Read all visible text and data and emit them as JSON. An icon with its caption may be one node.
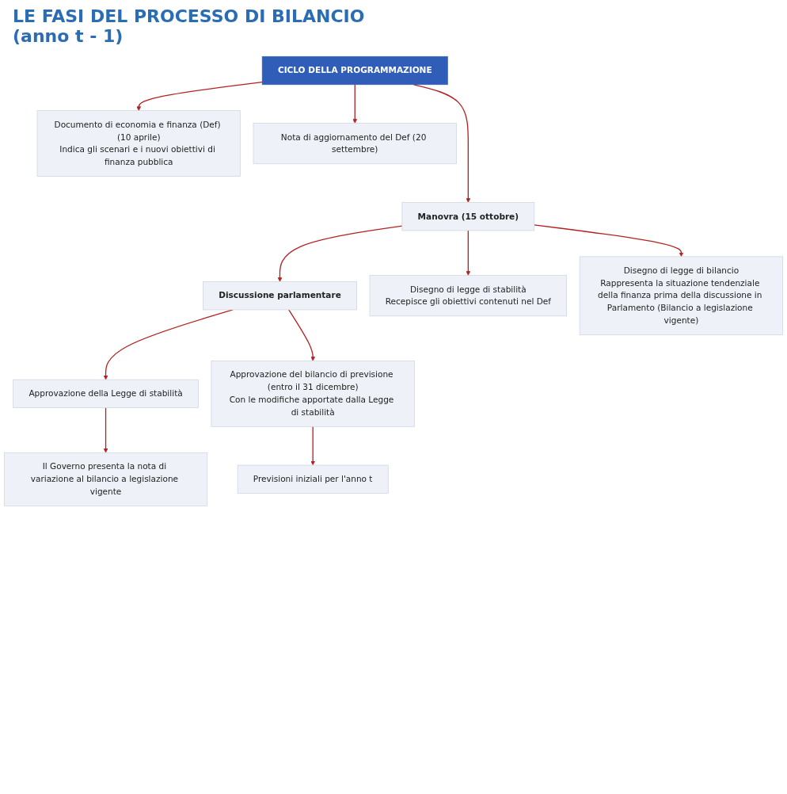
{
  "diagram": {
    "title": "LE FASI DEL PROCESSO DI BILANCIO (anno t - 1)",
    "nodes": [
      {
        "text": [
          "CICLO DELLA PROGRAMMAZIONE"
        ]
      },
      {
        "text": [
          "Documento di economia e finanza (Def) (10 aprile)",
          "Indica gli scenari e i nuovi obiettivi di finanza pubblica"
        ]
      },
      {
        "text": [
          "Nota di aggiornamento del Def (20 settembre)"
        ]
      },
      {
        "text": [
          "Manovra (15 ottobre)"
        ]
      },
      {
        "text": [
          "Disegno di legge di stabilità",
          "Recepisce gli obiettivi contenuti nel Def"
        ]
      },
      {
        "text": [
          "Disegno di legge di bilancio",
          "Rappresenta la situazione tendenziale della finanza prima della discussione in Parlamento (Bilancio a legislazione vigente)"
        ]
      },
      {
        "text": [
          "Discussione parlamentare"
        ]
      },
      {
        "text": [
          "Approvazione della Legge di stabilità"
        ]
      },
      {
        "text": [
          "Il Governo presenta la nota di variazione al bilancio a legislazione vigente"
        ]
      },
      {
        "text": [
          "Approvazione del bilancio di previsione (entro il 31 dicembre)",
          "Con le modifiche apportate dalla Legge di stabilità"
        ]
      },
      {
        "text": [
          "Previsioni iniziali per l'anno t"
        ]
      }
    ],
    "edges": [
      {
        "from": 0,
        "to": 1,
        "arrow": "to"
      },
      {
        "from": 0,
        "to": 2,
        "arrow": "to"
      },
      {
        "from": 0,
        "to": 3,
        "arrow": "to"
      },
      {
        "from": 3,
        "to": 4,
        "arrow": "to"
      },
      {
        "from": 3,
        "to": 5,
        "arrow": "to"
      },
      {
        "from": 3,
        "to": 6,
        "arrow": "to"
      },
      {
        "from": 6,
        "to": 7,
        "arrow": "to"
      },
      {
        "from": 7,
        "to": 8,
        "arrow": "to"
      },
      {
        "from": 6,
        "to": 9,
        "arrow": "to"
      },
      {
        "from": 9,
        "to": 10,
        "arrow": "to"
      }
    ]
  }
}
